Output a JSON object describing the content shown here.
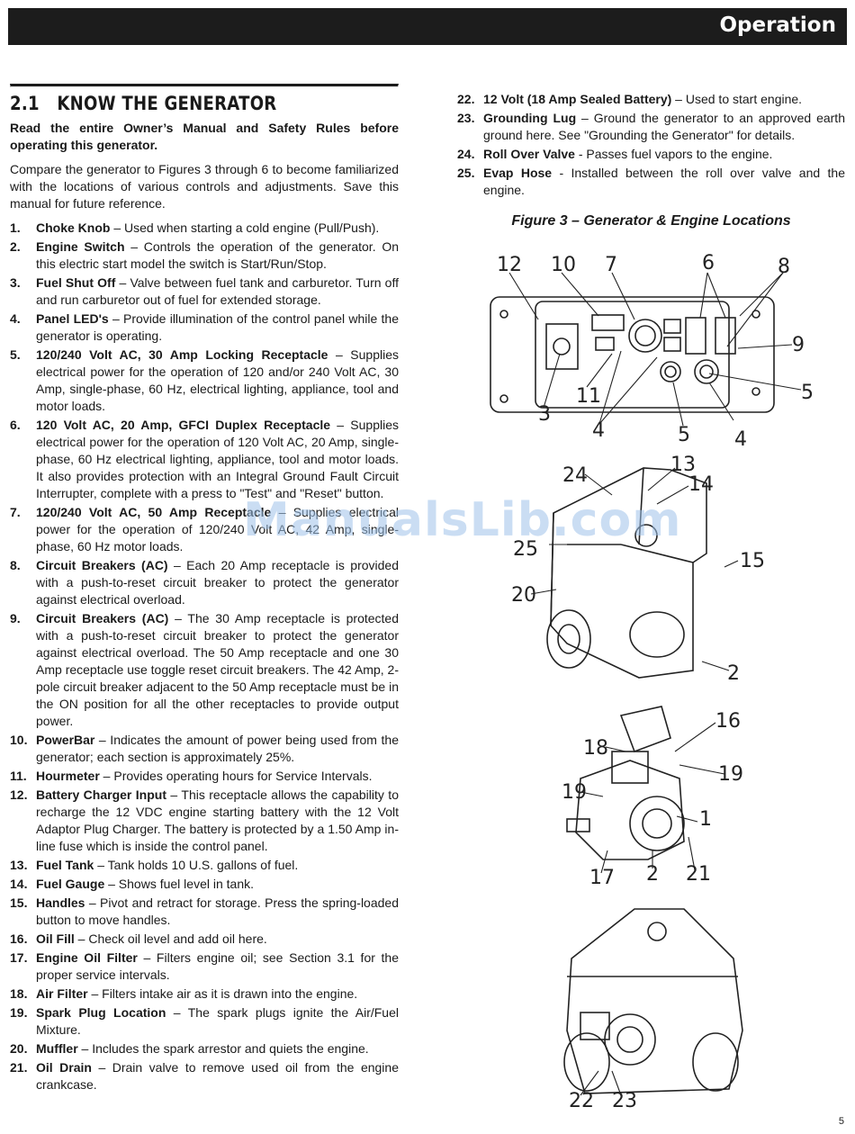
{
  "header": {
    "title": "Operation"
  },
  "section": {
    "number": "2.1",
    "title": "KNOW THE GENERATOR",
    "intro_bold": "Read the entire Owner’s Manual and Safety Rules before operating this generator.",
    "intro": "Compare the generator to Figures 3 through 6 to become familiarized with the locations of various controls and adjustments. Save this manual for future reference."
  },
  "items": [
    {
      "num": "1.",
      "term": "Choke Knob",
      "text": " – Used when starting a cold engine (Pull/Push)."
    },
    {
      "num": "2.",
      "term": "Engine Switch",
      "text": " – Controls the operation of the generator. On this electric start model the switch is Start/Run/Stop."
    },
    {
      "num": "3.",
      "term": "Fuel Shut Off",
      "text": " – Valve between fuel tank and carburetor. Turn off and run carburetor out of fuel for extended storage."
    },
    {
      "num": "4.",
      "term": "Panel LED's",
      "text": " – Provide illumination of the control panel while the generator is operating."
    },
    {
      "num": "5.",
      "term": "120/240 Volt AC, 30 Amp Locking Receptacle",
      "text": " – Supplies electrical power for the operation of 120 and/or 240 Volt AC, 30 Amp, single-phase, 60 Hz, electrical lighting, appliance, tool and motor loads."
    },
    {
      "num": "6.",
      "term": "120 Volt AC, 20 Amp, GFCI Duplex Receptacle",
      "text": " – Supplies electrical power for the operation of 120 Volt AC, 20 Amp, single-phase, 60 Hz electrical lighting, appliance, tool and motor loads. It also provides protection with an Integral Ground Fault Circuit Interrupter, complete with a press to \"Test\" and \"Reset\" button."
    },
    {
      "num": "7.",
      "term": "120/240 Volt AC, 50 Amp Receptacle",
      "text": " – Supplies electrical power for the operation of 120/240 Volt AC, 42 Amp, single-phase, 60 Hz motor loads."
    },
    {
      "num": "8.",
      "term": "Circuit Breakers (AC)",
      "text": " – Each 20 Amp receptacle is provided with a push-to-reset circuit breaker to protect the generator against electrical overload."
    },
    {
      "num": "9.",
      "term": "Circuit Breakers (AC)",
      "text": " – The 30 Amp receptacle is protected with a push-to-reset circuit breaker to protect the generator against electrical overload. The 50 Amp receptacle and one 30 Amp receptacle use toggle reset circuit breakers. The 42 Amp, 2-pole circuit breaker adjacent to the 50 Amp receptacle must be in the ON position for all the other receptacles to provide output power."
    },
    {
      "num": "10.",
      "term": "PowerBar",
      "text": " – Indicates the amount of power being used from the generator; each section is approximately 25%."
    },
    {
      "num": "11.",
      "term": "Hourmeter",
      "text": " – Provides operating hours for Service Intervals."
    },
    {
      "num": "12.",
      "term": "Battery Charger Input",
      "text": " – This receptacle allows the capability to recharge the 12 VDC engine starting battery with the 12 Volt Adaptor Plug Charger. The battery is protected by a 1.50 Amp in-line fuse which is inside the control panel."
    },
    {
      "num": "13.",
      "term": "Fuel Tank",
      "text": " – Tank holds 10 U.S. gallons of fuel."
    },
    {
      "num": "14.",
      "term": "Fuel Gauge",
      "text": " – Shows fuel level in tank."
    },
    {
      "num": "15.",
      "term": "Handles",
      "text": " – Pivot and retract for storage. Press the spring-loaded button to move handles."
    },
    {
      "num": "16.",
      "term": "Oil Fill",
      "text": " – Check oil level and add oil here."
    },
    {
      "num": "17.",
      "term": "Engine Oil Filter",
      "text": " – Filters engine oil; see Section 3.1 for the proper service intervals."
    },
    {
      "num": "18.",
      "term": "Air Filter",
      "text": " – Filters intake air as it is drawn into the engine."
    },
    {
      "num": "19.",
      "term": "Spark Plug Location",
      "text": " – The spark plugs ignite the Air/Fuel Mixture."
    },
    {
      "num": "20.",
      "term": "Muffler",
      "text": " – Includes the spark arrestor and quiets the engine."
    },
    {
      "num": "21.",
      "term": "Oil Drain",
      "text": " – Drain valve to remove used oil from the engine crankcase."
    }
  ],
  "items_right": [
    {
      "num": "22.",
      "term": "12 Volt (18 Amp Sealed Battery)",
      "text": " – Used to start engine."
    },
    {
      "num": "23.",
      "term": "Grounding Lug",
      "text": " – Ground the generator to an approved earth ground here. See \"Grounding the Generator\" for details."
    },
    {
      "num": "24.",
      "term": "Roll Over Valve",
      "text": " - Passes fuel vapors to the engine."
    },
    {
      "num": "25.",
      "term": "Evap Hose",
      "text": " - Installed between the roll over valve and the engine."
    }
  ],
  "figure": {
    "caption": "Figure 3 – Generator & Engine Locations",
    "callouts": [
      "12",
      "10",
      "7",
      "6",
      "8",
      "9",
      "5",
      "4",
      "5",
      "4",
      "11",
      "3",
      "13",
      "14",
      "24",
      "25",
      "20",
      "15",
      "2",
      "16",
      "18",
      "19",
      "19",
      "1",
      "17",
      "2",
      "21",
      "22",
      "23"
    ]
  },
  "watermark": "ManualsLib.com",
  "page_number": "5"
}
